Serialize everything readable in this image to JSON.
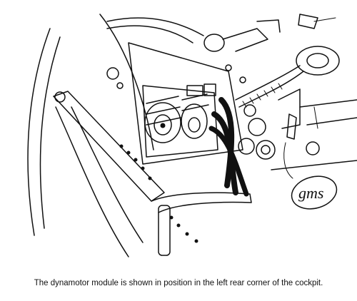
{
  "caption": "The dynamotor module is shown in position in the left rear corner of the cockpit.",
  "signature": "gms",
  "icons": [
    "cockpit-illustration",
    "dynamotor-module",
    "artist-signature"
  ]
}
